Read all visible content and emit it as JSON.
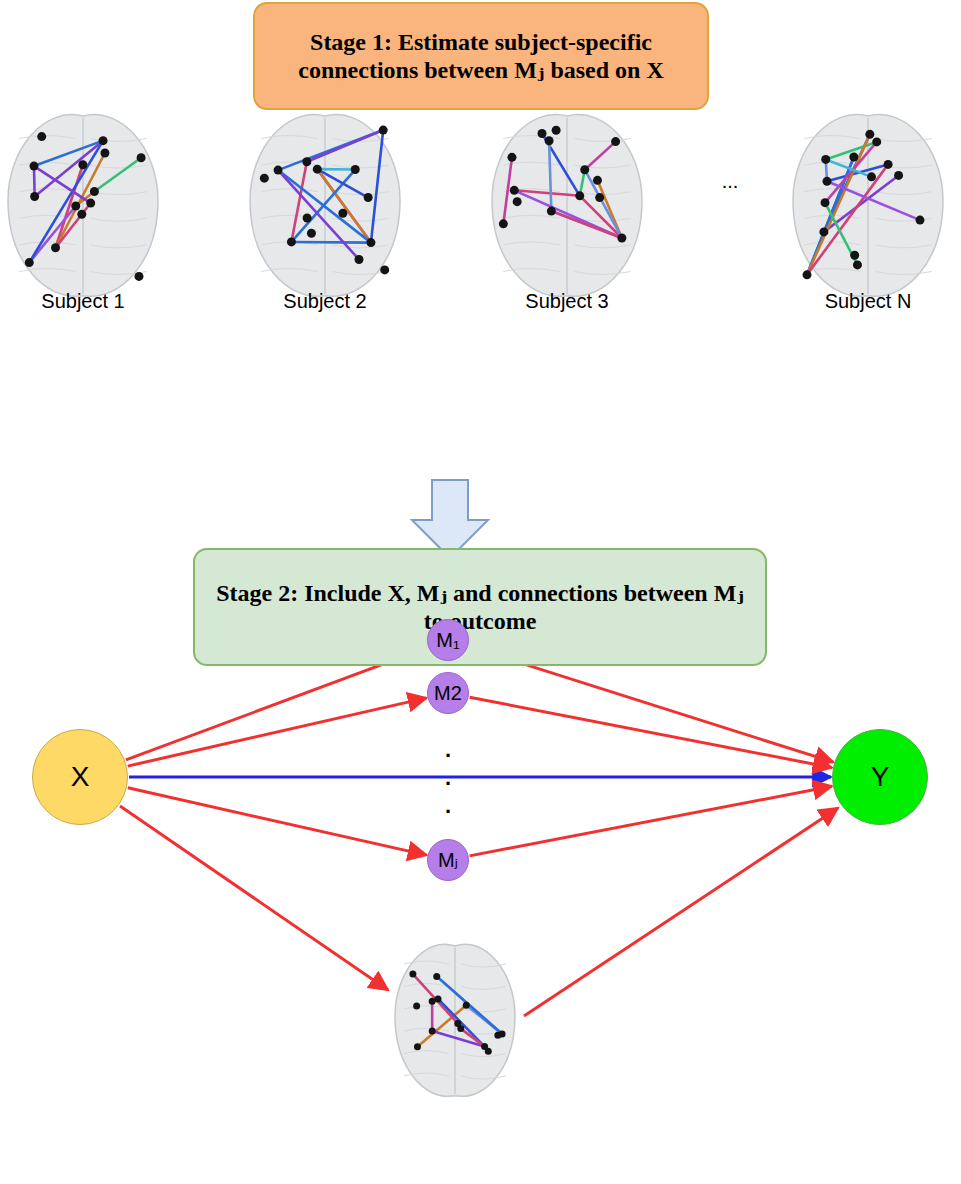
{
  "diagram": {
    "nodes": [
      {
        "text": [
          "Stage 1: Estimate subject-specific connections between Mⱼ based on X"
        ]
      },
      {
        "text": [
          "Stage 2: Include X, Mⱼ and connections between Mⱼ to outcome"
        ]
      },
      {
        "text": [
          "X"
        ]
      },
      {
        "text": [
          "M₁"
        ]
      },
      {
        "text": [
          "M2"
        ]
      },
      {
        "text": [
          "Mⱼ"
        ]
      },
      {
        "text": [
          "Y"
        ]
      }
    ],
    "edges": [
      {
        "from": 2,
        "to": 3,
        "arrow": "to"
      },
      {
        "from": 2,
        "to": 4,
        "arrow": "to"
      },
      {
        "from": 2,
        "to": 5,
        "arrow": "to"
      },
      {
        "from": 2,
        "to": 6,
        "arrow": "to"
      },
      {
        "from": 3,
        "to": 6,
        "arrow": "to"
      },
      {
        "from": 4,
        "to": 6,
        "arrow": "to"
      },
      {
        "from": 5,
        "to": 6,
        "arrow": "to"
      }
    ],
    "labels": [
      "Subject 1",
      "Subject 2",
      "Subject 3",
      "...",
      "Subject N",
      ".",
      ".",
      "."
    ]
  }
}
